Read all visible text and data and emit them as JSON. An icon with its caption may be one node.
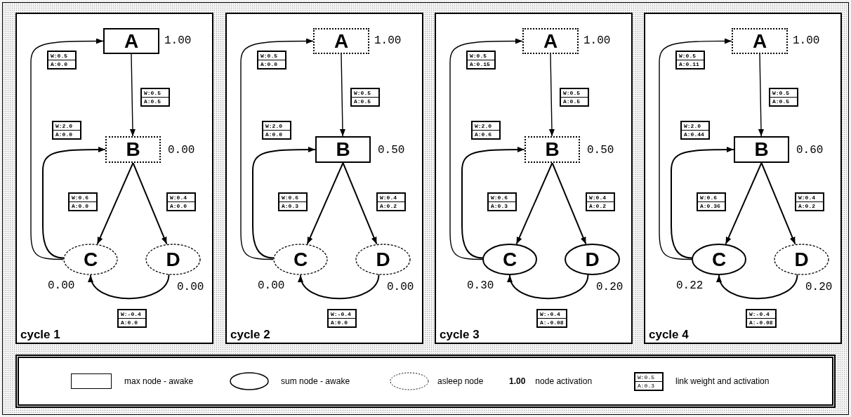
{
  "diagram": {
    "nodes": [
      {
        "text": [
          "cycle 1"
        ]
      },
      {
        "text": [
          "A"
        ],
        "in": 0,
        "beside": [
          "1.00"
        ]
      },
      {
        "text": [
          "B"
        ],
        "in": 0,
        "beside": [
          "0.00"
        ]
      },
      {
        "text": [
          "C"
        ],
        "in": 0,
        "beside": [
          "0.00"
        ]
      },
      {
        "text": [
          "D"
        ],
        "in": 0,
        "beside": [
          "0.00"
        ]
      },
      {
        "text": [
          "cycle 2"
        ]
      },
      {
        "text": [
          "A"
        ],
        "in": 5,
        "beside": [
          "1.00"
        ]
      },
      {
        "text": [
          "B"
        ],
        "in": 5,
        "beside": [
          "0.50"
        ]
      },
      {
        "text": [
          "C"
        ],
        "in": 5,
        "beside": [
          "0.00"
        ]
      },
      {
        "text": [
          "D"
        ],
        "in": 5,
        "beside": [
          "0.00"
        ]
      },
      {
        "text": [
          "cycle 3"
        ]
      },
      {
        "text": [
          "A"
        ],
        "in": 10,
        "beside": [
          "1.00"
        ]
      },
      {
        "text": [
          "B"
        ],
        "in": 10,
        "beside": [
          "0.50"
        ]
      },
      {
        "text": [
          "C"
        ],
        "in": 10,
        "beside": [
          "0.30"
        ]
      },
      {
        "text": [
          "D"
        ],
        "in": 10,
        "beside": [
          "0.20"
        ]
      },
      {
        "text": [
          "cycle 4"
        ]
      },
      {
        "text": [
          "A"
        ],
        "in": 15,
        "beside": [
          "1.00"
        ]
      },
      {
        "text": [
          "B"
        ],
        "in": 15,
        "beside": [
          "0.60"
        ]
      },
      {
        "text": [
          "C"
        ],
        "in": 15,
        "beside": [
          "0.22"
        ]
      },
      {
        "text": [
          "D"
        ],
        "in": 15,
        "beside": [
          "0.20"
        ]
      }
    ],
    "edges": [
      {
        "from": 3,
        "to": 1,
        "arrow": "to",
        "label": "W:0.5 A:0.0"
      },
      {
        "from": 1,
        "to": 2,
        "arrow": "to",
        "label": "W:0.5 A:0.5"
      },
      {
        "from": 3,
        "to": 2,
        "arrow": "to",
        "label": "W:2.0 A:0.0"
      },
      {
        "from": 2,
        "to": 3,
        "arrow": "to",
        "label": "W:0.6 A:0.0"
      },
      {
        "from": 2,
        "to": 4,
        "arrow": "to",
        "label": "W:0.4 A:0.0"
      },
      {
        "from": 4,
        "to": 3,
        "arrow": "to",
        "label": "W:-0.4 A:0.0"
      },
      {
        "from": 8,
        "to": 6,
        "arrow": "to",
        "label": "W:0.5 A:0.0"
      },
      {
        "from": 6,
        "to": 7,
        "arrow": "to",
        "label": "W:0.5 A:0.5"
      },
      {
        "from": 8,
        "to": 7,
        "arrow": "to",
        "label": "W:2.0 A:0.0"
      },
      {
        "from": 7,
        "to": 8,
        "arrow": "to",
        "label": "W:0.6 A:0.3"
      },
      {
        "from": 7,
        "to": 9,
        "arrow": "to",
        "label": "W:0.4 A:0.2"
      },
      {
        "from": 9,
        "to": 8,
        "arrow": "to",
        "label": "W:-0.4 A:0.0"
      },
      {
        "from": 13,
        "to": 11,
        "arrow": "to",
        "label": "W:0.5 A:0.15"
      },
      {
        "from": 11,
        "to": 12,
        "arrow": "to",
        "label": "W:0.5 A:0.5"
      },
      {
        "from": 13,
        "to": 12,
        "arrow": "to",
        "label": "W:2.0 A:0.6"
      },
      {
        "from": 12,
        "to": 13,
        "arrow": "to",
        "label": "W:0.6 A:0.3"
      },
      {
        "from": 12,
        "to": 14,
        "arrow": "to",
        "label": "W:0.4 A:0.2"
      },
      {
        "from": 14,
        "to": 13,
        "arrow": "to",
        "label": "W:-0.4 A:-0.08"
      },
      {
        "from": 18,
        "to": 16,
        "arrow": "to",
        "label": "W:0.5 A:0.11"
      },
      {
        "from": 16,
        "to": 17,
        "arrow": "to",
        "label": "W:0.5 A:0.5"
      },
      {
        "from": 18,
        "to": 17,
        "arrow": "to",
        "label": "W:2.0 A:0.44"
      },
      {
        "from": 17,
        "to": 18,
        "arrow": "to",
        "label": "W:0.6 A:0.36"
      },
      {
        "from": 17,
        "to": 19,
        "arrow": "to",
        "label": "W:0.4 A:0.2"
      },
      {
        "from": 19,
        "to": 18,
        "arrow": "to",
        "label": "W:-0.4 A:-0.08"
      }
    ],
    "labels": [
      "1.00",
      "W:0.5",
      "A:0.3"
    ],
    "legend": [
      {
        "text": "max node - awake"
      },
      {
        "text": "sum node - awake"
      },
      {
        "text": "asleep node"
      },
      {
        "text": "node activation"
      },
      {
        "text": "link weight and activation"
      }
    ]
  }
}
